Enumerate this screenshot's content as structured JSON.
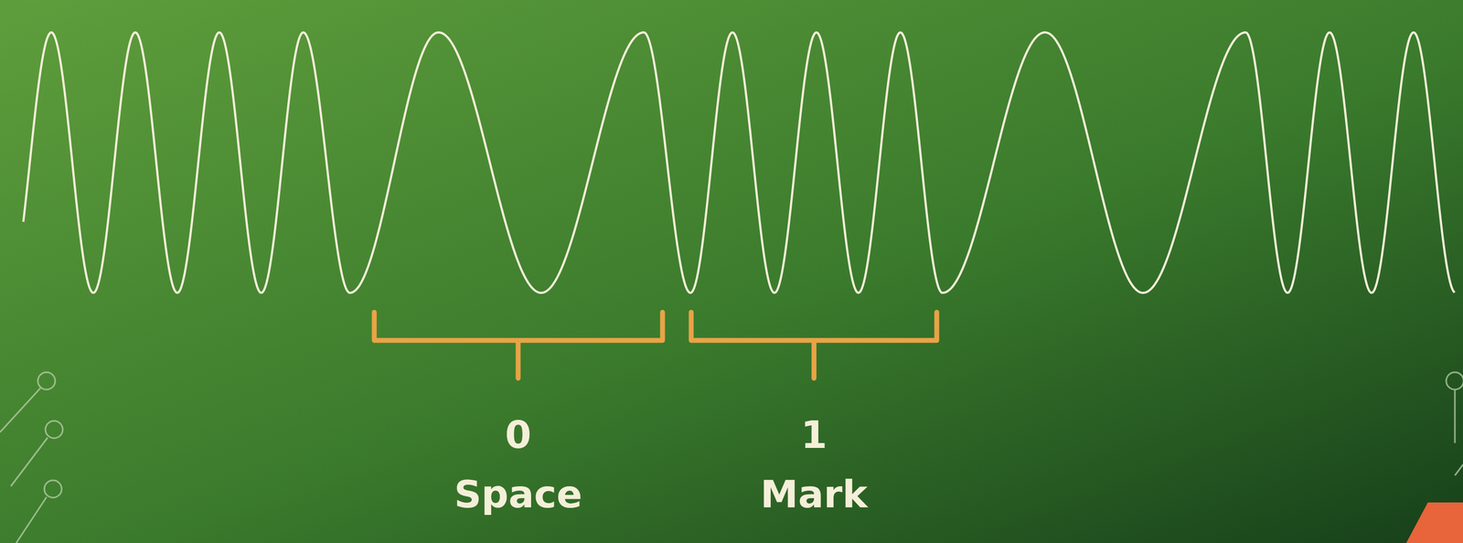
{
  "diagram": {
    "labels": [
      "0",
      "Space",
      "1",
      "Mark"
    ]
  }
}
